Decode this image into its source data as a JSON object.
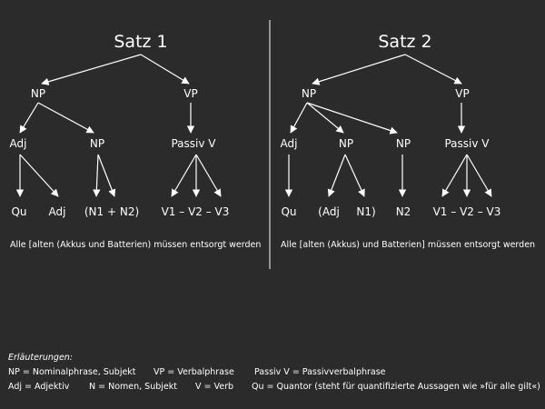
{
  "diagram": {
    "trees": [
      {
        "title": "Satz 1",
        "nodes": {
          "root": "Satz 1",
          "np": "NP",
          "vp": "VP",
          "adj": "Adj",
          "np_inner": "NP",
          "passiv": "Passiv V",
          "qu": "Qu",
          "adj_leaf": "Adj",
          "nouns": "(N1 + N2)",
          "verbs": "V1 – V2 – V3"
        },
        "sentence": "Alle  [alten (Akkus und Batterien)  müssen entsorgt werden"
      },
      {
        "title": "Satz 2",
        "nodes": {
          "root": "Satz 2",
          "np": "NP",
          "vp": "VP",
          "adj": "Adj",
          "np_inner": "NP",
          "np_n2": "NP",
          "passiv": "Passiv V",
          "qu": "Qu",
          "adj_leaf": "(Adj",
          "n1": "N1)",
          "n2": "N2",
          "verbs": "V1 – V2 – V3"
        },
        "sentence": "Alle  [alten (Akkus) und Batterien] müssen entsorgt werden"
      }
    ]
  },
  "legend": {
    "header": "Erläuterungen:",
    "rows": [
      [
        "NP = Nominalphrase, Subjekt",
        "VP = Verbalphrase",
        "Passiv V = Passivverbalphrase"
      ],
      [
        "Adj = Adjektiv",
        "N = Nomen, Subjekt",
        "V = Verb",
        "Qu = Quantor (steht für quantifizierte Aussagen wie »für alle gilt«)"
      ]
    ]
  },
  "colors": {
    "background": "#2b2b2b",
    "foreground": "#ffffff"
  }
}
